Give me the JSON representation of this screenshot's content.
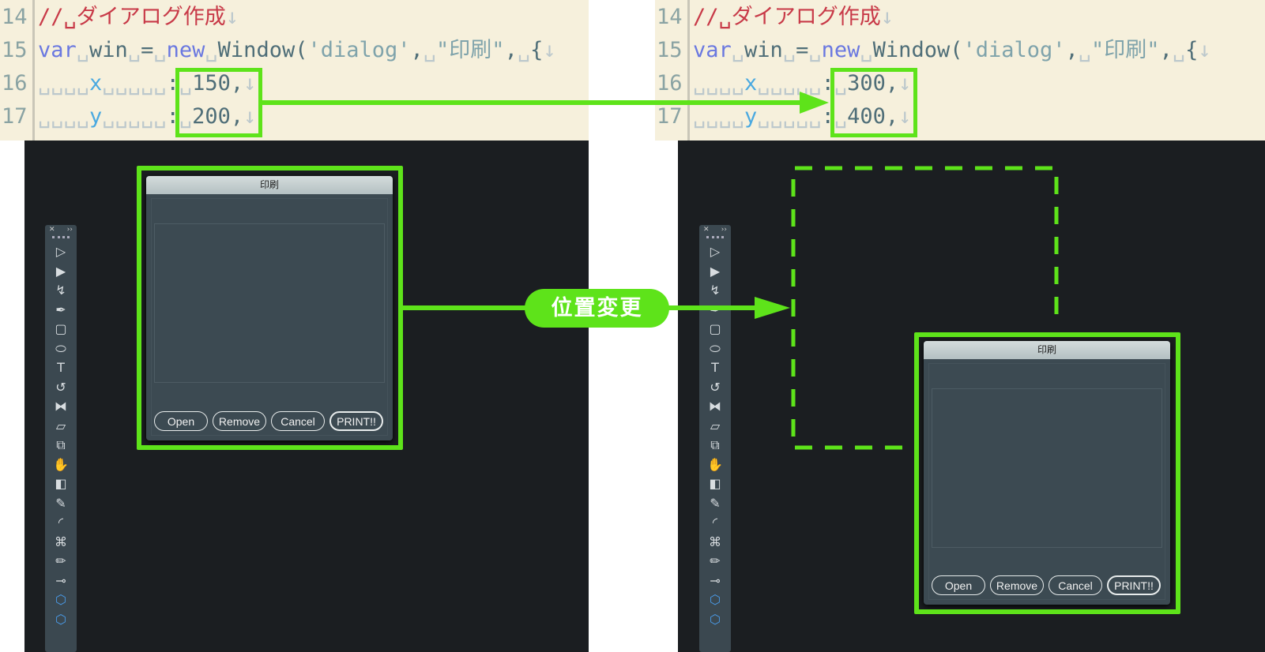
{
  "left_code": {
    "lines": [
      {
        "num": "14",
        "comment": "//␣ダイアログ作成"
      },
      {
        "num": "15",
        "kw1": "var",
        "id1": "win",
        "op": "=",
        "kw2": "new",
        "id2": "Window(",
        "s1": "'dialog'",
        "s2": "\"印刷\"",
        "brace": "{"
      },
      {
        "num": "16",
        "prop": "x",
        "value": "150,"
      },
      {
        "num": "17",
        "prop": "y",
        "value": "200,"
      }
    ]
  },
  "right_code": {
    "lines": [
      {
        "num": "14",
        "comment": "//␣ダイアログ作成"
      },
      {
        "num": "15",
        "kw1": "var",
        "id1": "win",
        "op": "=",
        "kw2": "new",
        "id2": "Window(",
        "s1": "'dialog'",
        "s2": "\"印刷\"",
        "brace": "{"
      },
      {
        "num": "16",
        "prop": "x",
        "value": "300,"
      },
      {
        "num": "17",
        "prop": "y",
        "value": "400,"
      }
    ]
  },
  "dialog": {
    "title": "印刷",
    "buttons": [
      "Open",
      "Remove",
      "Cancel",
      "PRINT!!"
    ]
  },
  "toolbar": {
    "close": "✕",
    "expand": "››"
  },
  "annotation": {
    "label": "位置変更",
    "accent": "#5ee31a"
  }
}
